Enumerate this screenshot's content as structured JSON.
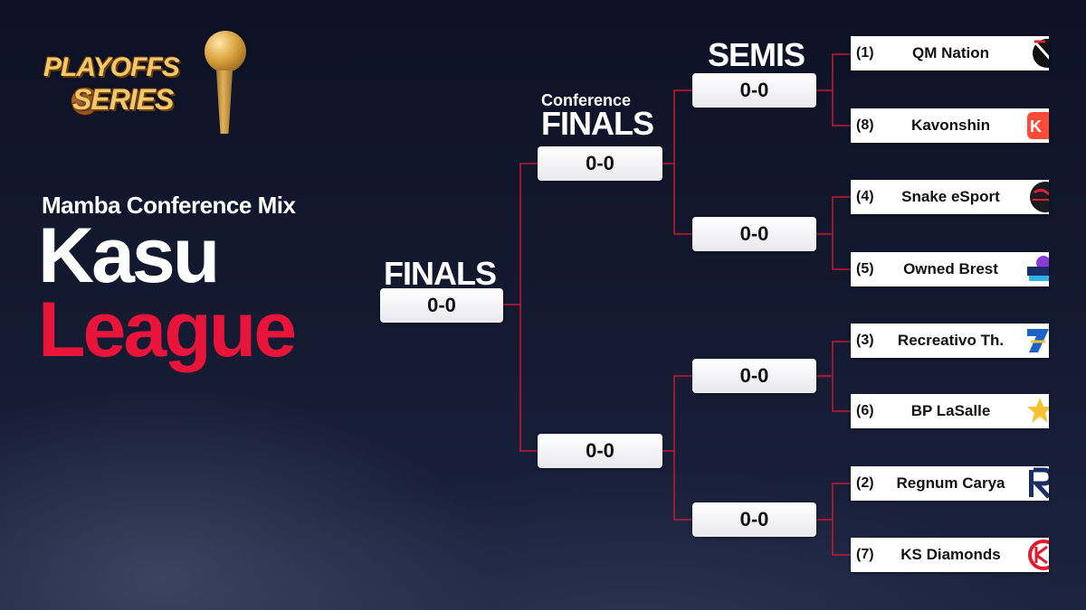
{
  "brand": {
    "logo_line1": "PLAYOFFS",
    "logo_line2": "SERIES"
  },
  "league": {
    "subtitle": "Mamba Conference Mix",
    "name_line1": "Kasu",
    "name_line2": "League"
  },
  "rounds": {
    "finals": "FINALS",
    "conference_small": "Conference",
    "conference_big": "FINALS",
    "semis": "SEMIS"
  },
  "scores": {
    "finals": "0-0",
    "conf_top": "0-0",
    "conf_bottom": "0-0",
    "semi_1": "0-0",
    "semi_2": "0-0",
    "semi_3": "0-0",
    "semi_4": "0-0"
  },
  "teams": [
    {
      "seed": "(1)",
      "name": "QM Nation",
      "logo": "qm-nation-logo-icon",
      "color": "#111111"
    },
    {
      "seed": "(8)",
      "name": "Kavonshin",
      "logo": "kavonshin-logo-icon",
      "color": "#ff3a5c"
    },
    {
      "seed": "(4)",
      "name": "Snake eSport",
      "logo": "snake-esport-logo-icon",
      "color": "#d8203a"
    },
    {
      "seed": "(5)",
      "name": "Owned Brest",
      "logo": "owned-brest-logo-icon",
      "color": "#2f7fd8"
    },
    {
      "seed": "(3)",
      "name": "Recreativo Th.",
      "logo": "recreativo-logo-icon",
      "color": "#1e63c7"
    },
    {
      "seed": "(6)",
      "name": "BP LaSalle",
      "logo": "bp-lasalle-logo-icon",
      "color": "#f2c230"
    },
    {
      "seed": "(2)",
      "name": "Regnum Carya",
      "logo": "regnum-carya-logo-icon",
      "color": "#1b2d66"
    },
    {
      "seed": "(7)",
      "name": "KS Diamonds",
      "logo": "ks-diamonds-logo-icon",
      "color": "#e01b2f"
    }
  ],
  "colors": {
    "accent_red": "#e8143a",
    "bracket_line": "#c8192f",
    "background": "#141a31"
  }
}
